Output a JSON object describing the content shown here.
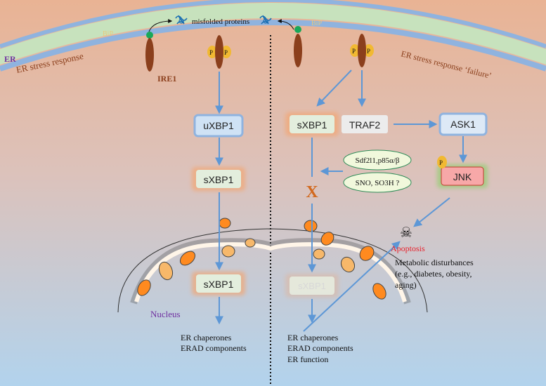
{
  "er": {
    "label": "ER",
    "bip_left": "BiP",
    "bip_right": "BiP",
    "misfolded": "misfolded proteins",
    "response_left": "ER stress response",
    "response_right": "ER stress response ‘failure’",
    "ire1": "IRE1",
    "phospho": "P"
  },
  "left_path": {
    "uxbp1": "uXBP1",
    "sxbp1": "sXBP1",
    "sxbp1_nucleus": "sXBP1",
    "nucleus": "Nucleus",
    "outputs": [
      "ER chaperones",
      "ERAD components"
    ]
  },
  "right_path": {
    "sxbp1": "sXBP1",
    "traf2": "TRAF2",
    "ask1": "ASK1",
    "jnk": "JNK",
    "sdf": "Sdf2l1,p85α/β",
    "sno": "SNO, SO3H ?",
    "block": "X",
    "sxbp1_faded": "sXBP1",
    "apoptosis": "Apoptosis",
    "metabolic": [
      "Metabolic disturbances",
      "(e.g., diabetes, obesity,",
      "aging)"
    ],
    "outputs": [
      "ER chaperones",
      "ERAD components",
      "ER function"
    ],
    "skull": "☠"
  },
  "colors": {
    "bg_top": "#eab696",
    "bg_bottom": "#b3d3ec",
    "membrane": "#8fb3df",
    "lumen": "#c8e3bc",
    "ire1": "#8b3f1c",
    "phospho": "#f1b932",
    "arrow": "#5d97d6",
    "orange_organelle": "#ff8a1f",
    "apoptosis": "#e8202a",
    "x_mark": "#d2691e",
    "purple": "#7030a0"
  }
}
